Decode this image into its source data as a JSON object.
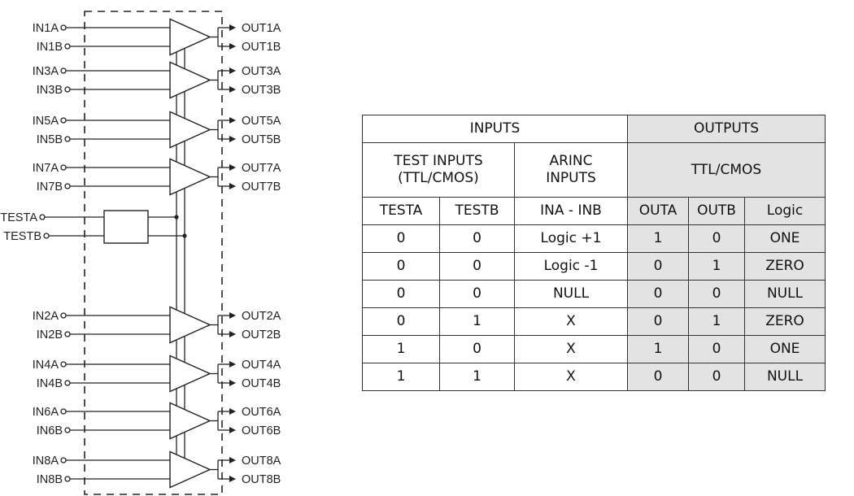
{
  "diagram": {
    "channels": [
      {
        "in_a": "IN1A",
        "in_b": "IN1B",
        "out_a": "OUT1A",
        "out_b": "OUT1B"
      },
      {
        "in_a": "IN3A",
        "in_b": "IN3B",
        "out_a": "OUT3A",
        "out_b": "OUT3B"
      },
      {
        "in_a": "IN5A",
        "in_b": "IN5B",
        "out_a": "OUT5A",
        "out_b": "OUT5B"
      },
      {
        "in_a": "IN7A",
        "in_b": "IN7B",
        "out_a": "OUT7A",
        "out_b": "OUT7B"
      },
      {
        "in_a": "IN2A",
        "in_b": "IN2B",
        "out_a": "OUT2A",
        "out_b": "OUT2B"
      },
      {
        "in_a": "IN4A",
        "in_b": "IN4B",
        "out_a": "OUT4A",
        "out_b": "OUT4B"
      },
      {
        "in_a": "IN6A",
        "in_b": "IN6B",
        "out_a": "OUT6A",
        "out_b": "OUT6B"
      },
      {
        "in_a": "IN8A",
        "in_b": "IN8B",
        "out_a": "OUT8A",
        "out_b": "OUT8B"
      }
    ],
    "test_pins": [
      "TESTA",
      "TESTB"
    ]
  },
  "table": {
    "inputs_header": "INPUTS",
    "outputs_header": "OUTPUTS",
    "test_inputs_header": "TEST INPUTS (TTL/CMOS)",
    "arinc_inputs_header": "ARINC INPUTS",
    "ttl_cmos_header": "TTL/CMOS",
    "columns": [
      "TESTA",
      "TESTB",
      "INA - INB",
      "OUTA",
      "OUTB",
      "Logic"
    ],
    "rows": [
      [
        "0",
        "0",
        "Logic +1",
        "1",
        "0",
        "ONE"
      ],
      [
        "0",
        "0",
        "Logic -1",
        "0",
        "1",
        "ZERO"
      ],
      [
        "0",
        "0",
        "NULL",
        "0",
        "0",
        "NULL"
      ],
      [
        "0",
        "1",
        "X",
        "0",
        "1",
        "ZERO"
      ],
      [
        "1",
        "0",
        "X",
        "1",
        "0",
        "ONE"
      ],
      [
        "1",
        "1",
        "X",
        "0",
        "0",
        "NULL"
      ]
    ],
    "colors": {
      "outputs_fill": "#e3e3e3",
      "border": "#333333"
    }
  }
}
